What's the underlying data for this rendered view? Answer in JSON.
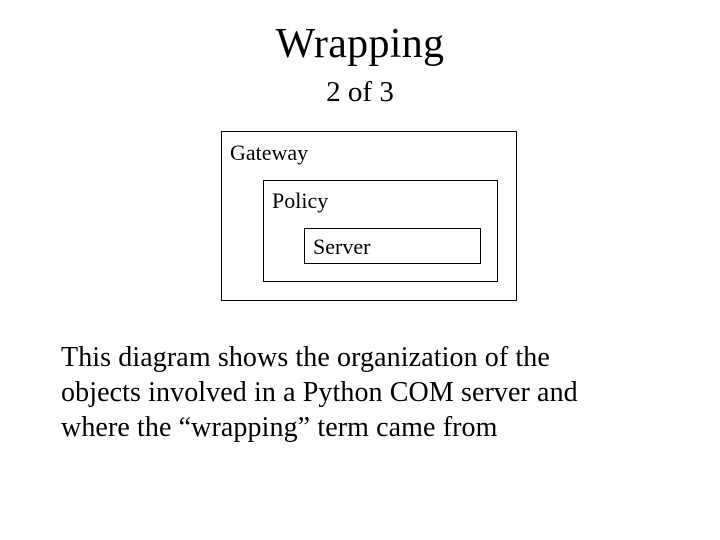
{
  "slide": {
    "title": "Wrapping",
    "subtitle": "2 of 3"
  },
  "diagram": {
    "gateway_label": "Gateway",
    "policy_label": "Policy",
    "server_label": "Server"
  },
  "caption": {
    "line1": "This diagram shows the organization of the",
    "line2": "objects involved in a Python COM server and",
    "line3": "where the “wrapping” term came from"
  }
}
